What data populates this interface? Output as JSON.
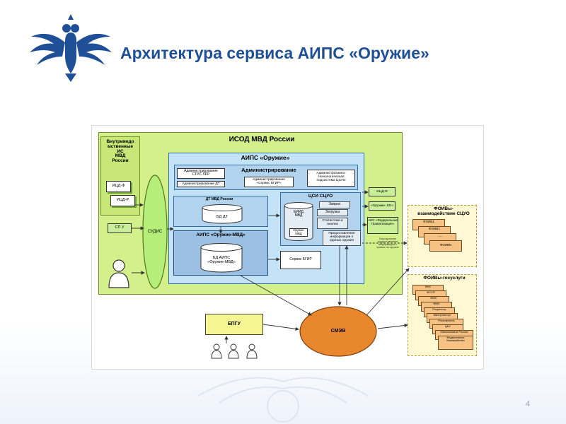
{
  "slide": {
    "title": "Архитектура сервиса АИПС «Оружие»",
    "page_number": "4"
  },
  "diagram": {
    "isod_title": "ИСОД МВД России",
    "aips_title": "АИПС «Оружие»",
    "internal_title": [
      "Внутриведо",
      "мственные",
      "ИС",
      "МВД",
      "России"
    ],
    "internal_cards": [
      "ИЦД-Ф",
      "ИЦД-Р"
    ],
    "sps_label": "СП У",
    "sudis_label": "СУДИС",
    "admin_title": "Администрирование",
    "admin_strs": [
      "Администрирование",
      "СТРС ЛРР"
    ],
    "admin_dt": "Администрирование ДТ",
    "admin_service": [
      "Администрирование",
      "«Сервис БГИР»"
    ],
    "admin_tech": [
      "Административно-",
      "технологическая",
      "подсистема ЦСУО"
    ],
    "dt_title": "ДТ МВД России",
    "bd_dt": "БД ДТ",
    "aips_mvd_title": "АИПС «Оружие-МВД»",
    "bd_aips": [
      "БД АИПС",
      "«Оружие-МВД»"
    ],
    "service_bgir": "Сервис БГИР",
    "csu_title": "ЦСИ СЦУО",
    "eiid": [
      "ЕИИД",
      "МВД"
    ],
    "eiid_sub": [
      "Оружие",
      "МВД"
    ],
    "zapros": "Запрос",
    "zagruzka": "Загрузка",
    "statistika": [
      "Статистика и",
      "анализ"
    ],
    "predostavlenie": [
      "Предоставление",
      "информации о",
      "единых оружия"
    ],
    "right_green": [
      "ИЦД-Ф",
      "«Оружие- ЕЕ»",
      "АИС «Федеральная Приватизация»"
    ],
    "right_note": [
      "Бюрократизм",
      "предоставления",
      "информации о",
      "правах на оружие"
    ],
    "foiv_interaction_title": [
      "ФОИВы-",
      "взаимодействие СЦУО"
    ],
    "foiv_interaction_items": [
      "ФОИВ1",
      "ФОИВ2",
      "......",
      "ФОИВN"
    ],
    "foiv_gosuslugi_title": "ФОИВы-госуслуги",
    "foiv_gosuslugi_items": [
      "ФНС",
      "ФССП",
      "ФМС",
      "ФМС",
      "Росреестр",
      "Минпромторг",
      "Росалкоголь",
      "ЦБУ",
      "Минкомсвязи России",
      "Федеральное Казначейство"
    ],
    "epgu_label": "ЕПГУ",
    "smev_label": "СМЭВ"
  }
}
